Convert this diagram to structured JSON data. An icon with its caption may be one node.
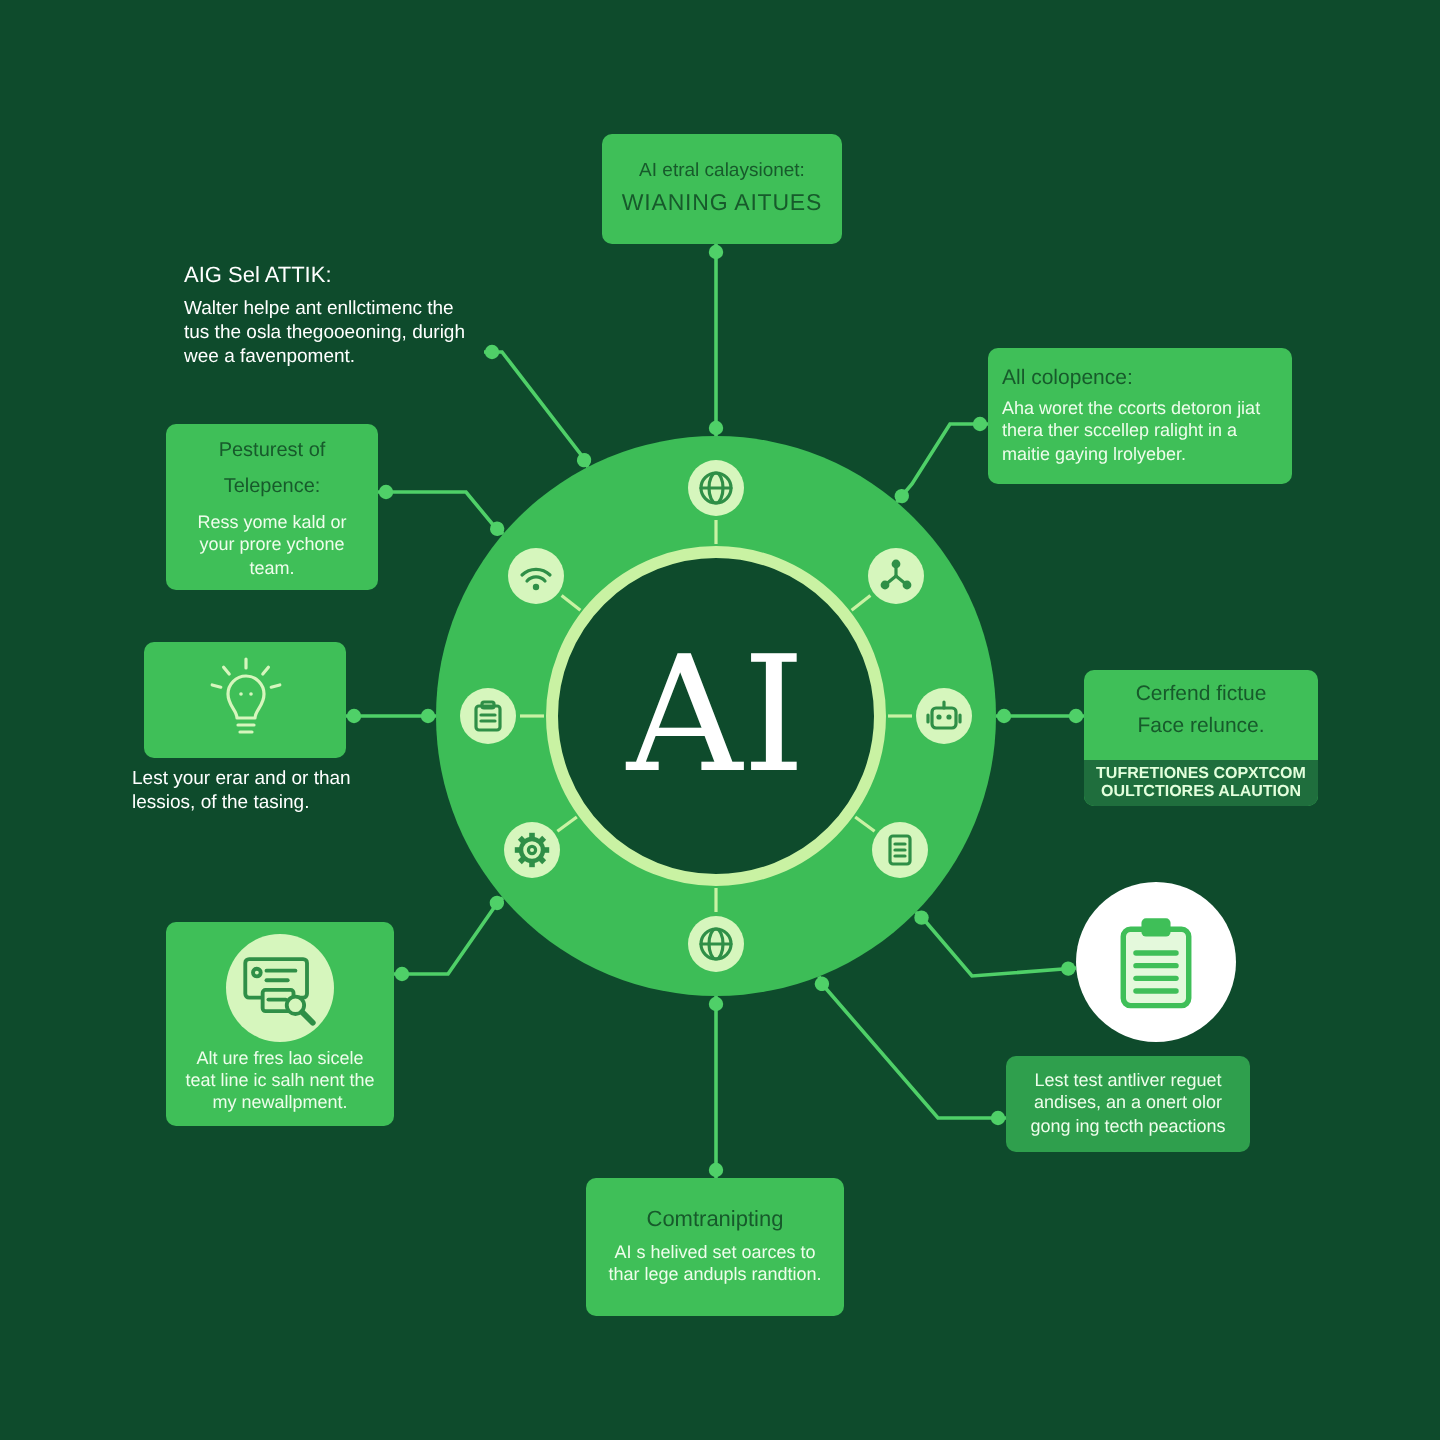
{
  "diagram": {
    "nodes": [
      {
        "text": [
          "AI etral calaysionet:",
          "WIANING AITUES"
        ]
      },
      {
        "text": [
          "AIG Sel ATTIK:",
          "Walter helpe ant enllctimenc the tus the osla thegooeoning, durigh wee a favenpoment."
        ]
      },
      {
        "text": [
          "All colopence:",
          "Aha woret the ccorts detoron jiat thera ther sccellep ralight in a maitie gaying lrolyeber."
        ]
      },
      {
        "text": [
          "Pesturest of Telepence:",
          "Ress yome kald or your prore ychone team."
        ]
      },
      {
        "text": [
          "AI"
        ]
      },
      {
        "text": [],
        "shape": "box",
        "beside": [
          "Lest your erar and or than lessios, of the tasing."
        ]
      },
      {
        "text": [
          "Cerfend fictue",
          "Face relunce.",
          "TUFRETIONES COPXTCOM OULTCTIORES ALAUTION"
        ]
      },
      {
        "text": [
          "Alt ure fres lao sicele teat line ic salh nent the my newallpment."
        ]
      },
      {
        "text": [],
        "shape": "circle"
      },
      {
        "text": [
          "Lest test antliver reguet andises, an a onert olor gong ing tecth peactions"
        ]
      },
      {
        "text": [
          "Comtranipting",
          "AI s helived set oarces to thar lege andupls randtion."
        ]
      }
    ],
    "edges": [
      {
        "from": 4,
        "to": 0,
        "arrow": "other"
      },
      {
        "from": 4,
        "to": 1,
        "arrow": "other"
      },
      {
        "from": 4,
        "to": 2,
        "arrow": "other"
      },
      {
        "from": 4,
        "to": 3,
        "arrow": "other"
      },
      {
        "from": 4,
        "to": 5,
        "arrow": "other"
      },
      {
        "from": 4,
        "to": 6,
        "arrow": "other"
      },
      {
        "from": 4,
        "to": 7,
        "arrow": "other"
      },
      {
        "from": 4,
        "to": 8,
        "arrow": "other"
      },
      {
        "from": 4,
        "to": 9,
        "arrow": "other"
      },
      {
        "from": 4,
        "to": 10,
        "arrow": "other"
      }
    ]
  }
}
